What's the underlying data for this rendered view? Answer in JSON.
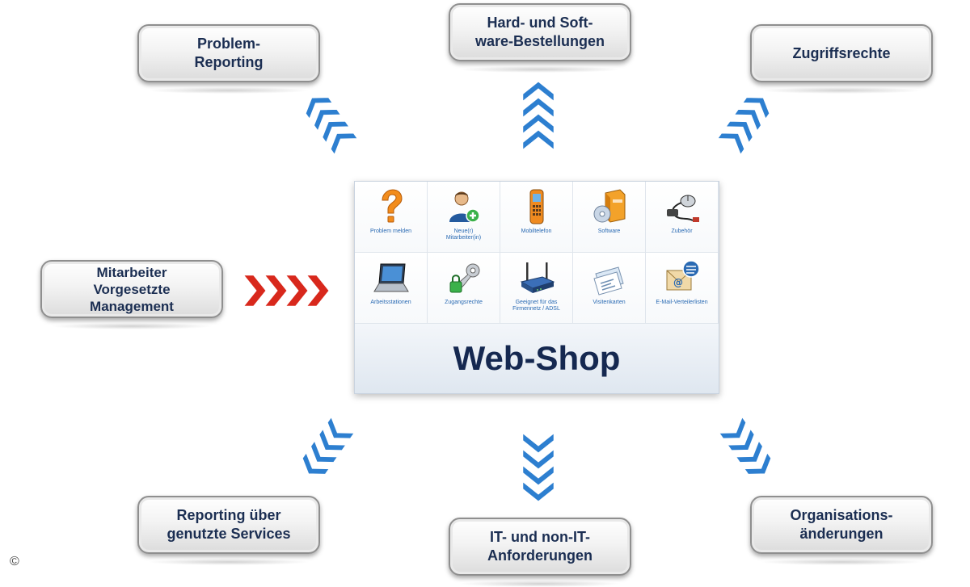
{
  "center": {
    "title": "Web-Shop",
    "items": [
      {
        "label": "Problem melden",
        "icon": "question-mark-icon"
      },
      {
        "label": "Neue(r)\nMitarbeiter(in)",
        "icon": "add-user-icon"
      },
      {
        "label": "Mobiltelefon",
        "icon": "mobile-phone-icon"
      },
      {
        "label": "Software",
        "icon": "software-box-icon"
      },
      {
        "label": "Zubehör",
        "icon": "mouse-cable-icon"
      },
      {
        "label": "Arbeitsstationen",
        "icon": "laptop-icon"
      },
      {
        "label": "Zugangsrechte",
        "icon": "key-lock-icon"
      },
      {
        "label": "Geeignet für das\nFirmennetz / ADSL",
        "icon": "router-icon"
      },
      {
        "label": "Visitenkarten",
        "icon": "business-cards-icon"
      },
      {
        "label": "E-Mail-Verteilerlisten",
        "icon": "email-list-icon"
      }
    ]
  },
  "outer": {
    "top_left": "Problem-\nReporting",
    "top_center": "Hard- und Soft-\nware-Bestellungen",
    "top_right": "Zugriffsrechte",
    "middle_left": "Mitarbeiter\nVorgesetzte\nManagement",
    "bottom_left": "Reporting über\ngenutzte Services",
    "bottom_center": "IT- und non-IT-\nAnforderungen",
    "bottom_right": "Organisations-\nänderungen"
  },
  "copyright": "©",
  "colors": {
    "arrow_blue": "#2d7fd0",
    "arrow_red": "#d8281c",
    "text_navy": "#1b2e52",
    "label_blue": "#2a6ab3"
  }
}
